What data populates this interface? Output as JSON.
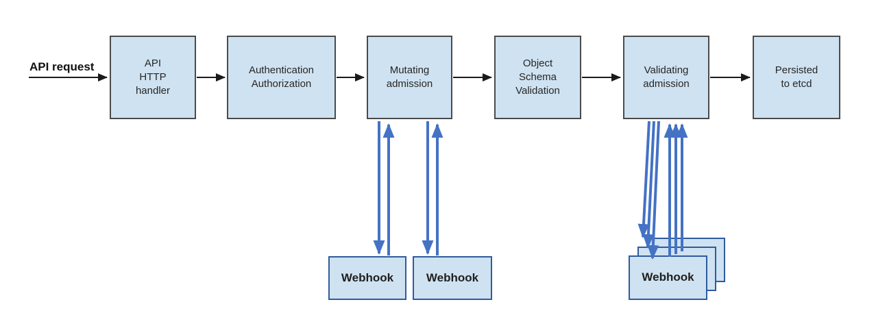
{
  "diagram": {
    "request_label": "API request",
    "nodes": [
      {
        "id": "api-http-handler",
        "label": "API\nHTTP\nhandler"
      },
      {
        "id": "authentication-authorization",
        "label": "Authentication\nAuthorization"
      },
      {
        "id": "mutating-admission",
        "label": "Mutating\nadmission"
      },
      {
        "id": "object-schema-validation",
        "label": "Object\nSchema\nValidation"
      },
      {
        "id": "validating-admission",
        "label": "Validating\nadmission"
      },
      {
        "id": "persisted-to-etcd",
        "label": "Persisted\nto etcd"
      }
    ],
    "webhooks": {
      "mutating": [
        {
          "label": "Webhook"
        },
        {
          "label": "Webhook"
        }
      ],
      "validating": [
        {
          "label": "Webhook",
          "stacked_copies": 3
        }
      ]
    },
    "edges": [
      {
        "from": "api-request",
        "to": "api-http-handler",
        "style": "black-arrow"
      },
      {
        "from": "api-http-handler",
        "to": "authentication-authorization",
        "style": "black-arrow"
      },
      {
        "from": "authentication-authorization",
        "to": "mutating-admission",
        "style": "black-arrow"
      },
      {
        "from": "mutating-admission",
        "to": "object-schema-validation",
        "style": "black-arrow"
      },
      {
        "from": "object-schema-validation",
        "to": "validating-admission",
        "style": "black-arrow"
      },
      {
        "from": "validating-admission",
        "to": "persisted-to-etcd",
        "style": "black-arrow"
      },
      {
        "from": "mutating-admission",
        "to": "mutating-webhook-1",
        "style": "blue-bidirectional"
      },
      {
        "from": "mutating-admission",
        "to": "mutating-webhook-2",
        "style": "blue-bidirectional"
      },
      {
        "from": "validating-admission",
        "to": "validating-webhook-stack",
        "style": "blue-bidirectional-x3"
      }
    ],
    "colors": {
      "background": "#ffffff",
      "node_fill": "#cfe2f1",
      "node_border": "#4a4a4a",
      "webhook_border": "#2f5b9d",
      "flow_arrow": "#1a1a1a",
      "webhook_arrow": "#4472c4",
      "text": "#262626"
    }
  }
}
